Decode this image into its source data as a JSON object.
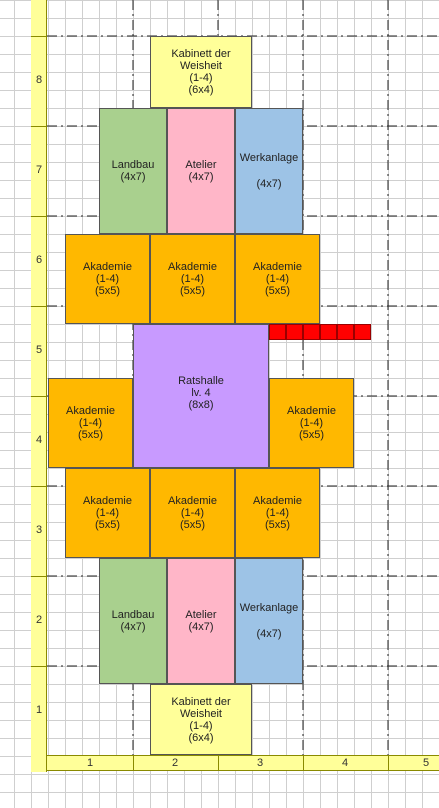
{
  "ruler": {
    "rows": [
      "8",
      "7",
      "6",
      "5",
      "4",
      "3",
      "2",
      "1"
    ],
    "cols": [
      "1",
      "2",
      "3",
      "4",
      "5"
    ]
  },
  "buildings": {
    "cabinet_top": {
      "name": "Kabinett der Weisheit",
      "levels": "(1-4)",
      "size": "(6x4)"
    },
    "farm_top": {
      "name": "Landbau",
      "size": "(4x7)"
    },
    "atelier_top": {
      "name": "Atelier",
      "size": "(4x7)"
    },
    "workshop_top": {
      "name": "Werkanlage",
      "size": "(4x7)"
    },
    "academy": {
      "name": "Akademie",
      "levels": "(1-4)",
      "size": "(5x5)"
    },
    "hall": {
      "name": "Ratshalle",
      "level": "lv. 4",
      "size": "(8x8)"
    },
    "cabinet_bottom": {
      "name": "Kabinett der Weisheit",
      "levels": "(1-4)",
      "size": "(6x4)"
    }
  },
  "colors": {
    "cabinet": "#ffff99",
    "farm": "#a9d08e",
    "atelier": "#ffb6c8",
    "workshop": "#9dc3e6",
    "academy": "#ffb800",
    "hall": "#c89aff",
    "road": "#ff0000"
  }
}
